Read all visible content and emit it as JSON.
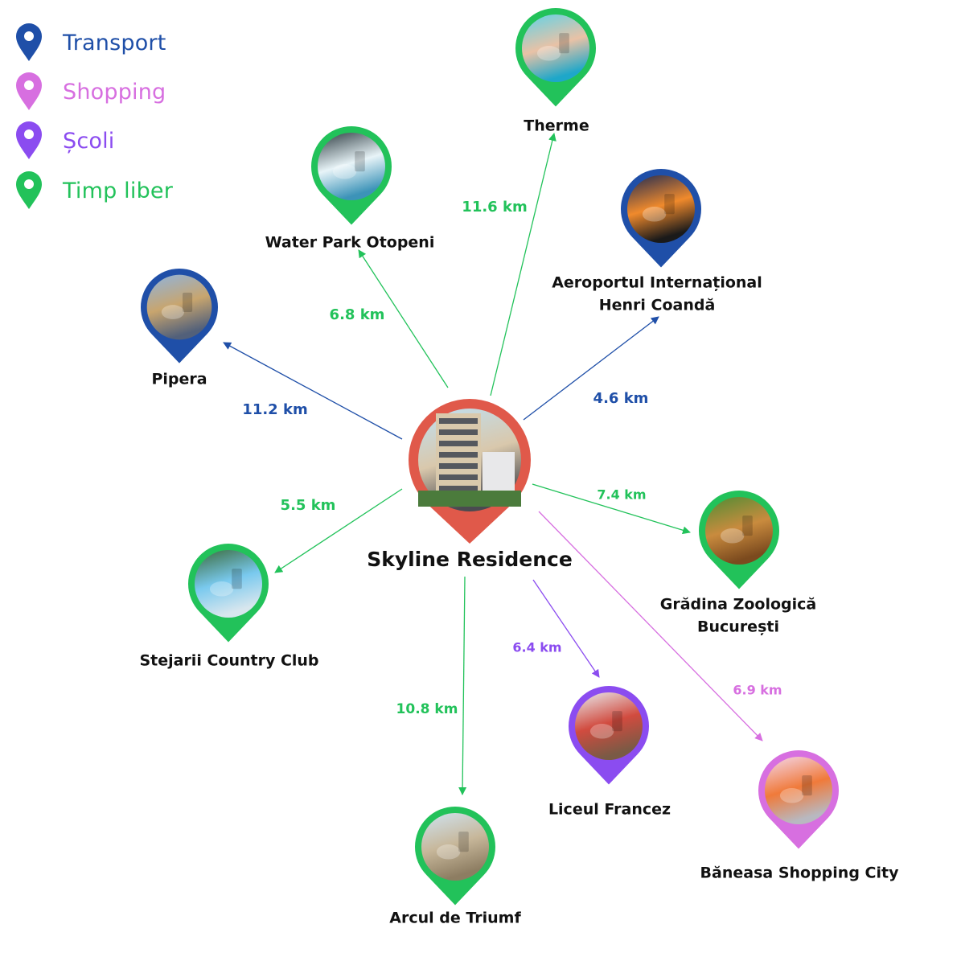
{
  "colors": {
    "transport": "#1f4fa8",
    "shopping": "#d76fe0",
    "scoli": "#8b4cf0",
    "timp_liber": "#22c25a",
    "center": "#e0594a"
  },
  "legend": [
    {
      "key": "transport",
      "label": "Transport",
      "icon": "map-pin-icon"
    },
    {
      "key": "shopping",
      "label": "Shopping",
      "icon": "map-pin-icon"
    },
    {
      "key": "scoli",
      "label": "Școli",
      "icon": "map-pin-icon"
    },
    {
      "key": "timp_liber",
      "label": "Timp liber",
      "icon": "map-pin-icon"
    }
  ],
  "center": {
    "name": "Skyline Residence",
    "photo": "apartment-building-photo"
  },
  "destinations": [
    {
      "id": "therme",
      "name": [
        "Therme"
      ],
      "category": "timp_liber",
      "distance": "11.6 km",
      "photo": "spa-pool-photo"
    },
    {
      "id": "water-park-otopeni",
      "name": [
        "Water Park Otopeni"
      ],
      "category": "timp_liber",
      "distance": "6.8 km",
      "photo": "water-slide-photo"
    },
    {
      "id": "aeroportul",
      "name": [
        "Aeroportul Internațional",
        "Henri Coandă"
      ],
      "category": "transport",
      "distance": "4.6 km",
      "photo": "airplane-sunset-photo"
    },
    {
      "id": "pipera",
      "name": [
        "Pipera"
      ],
      "category": "transport",
      "distance": "11.2 km",
      "photo": "office-building-photo"
    },
    {
      "id": "gradina-zoologica",
      "name": [
        "Grădina Zoologică",
        "București"
      ],
      "category": "timp_liber",
      "distance": "7.4 km",
      "photo": "giraffe-photo"
    },
    {
      "id": "stejarii",
      "name": [
        "Stejarii Country Club"
      ],
      "category": "timp_liber",
      "distance": "5.5 km",
      "photo": "pool-ladder-photo"
    },
    {
      "id": "arcul-de-triumf",
      "name": [
        "Arcul de Triumf"
      ],
      "category": "timp_liber",
      "distance": "10.8 km",
      "photo": "triumphal-arch-photo"
    },
    {
      "id": "liceul-francez",
      "name": [
        "Liceul Francez"
      ],
      "category": "scoli",
      "distance": "6.4 km",
      "photo": "classroom-photo"
    },
    {
      "id": "baneasa",
      "name": [
        "Băneasa Shopping City"
      ],
      "category": "shopping",
      "distance": "6.9 km",
      "photo": "shopping-cart-photo"
    }
  ]
}
